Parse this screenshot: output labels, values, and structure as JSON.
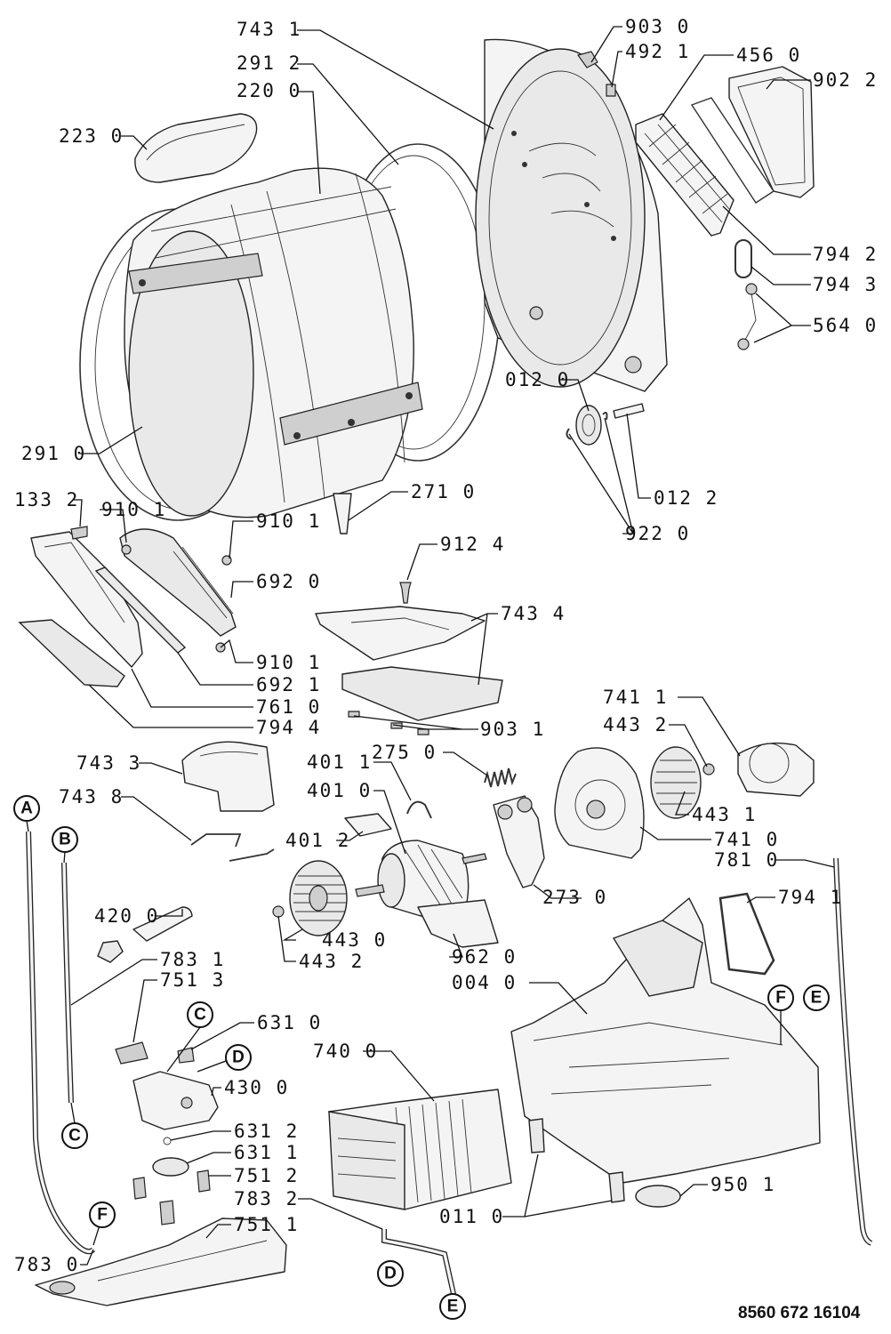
{
  "part_labels": [
    "743 1",
    "291 2",
    "220 0",
    "223 0",
    "903 0",
    "492 1",
    "456 0",
    "902 2",
    "794 2",
    "794 3",
    "564 0",
    "012 0",
    "012 2",
    "922 0",
    "291 0",
    "271 0",
    "133 2",
    "910 1",
    "692 0",
    "692 1",
    "761 0",
    "794 4",
    "912 4",
    "743 4",
    "903 1",
    "743 3",
    "743 8",
    "275 0",
    "401 1",
    "401 0",
    "401 2",
    "443 2",
    "741 1",
    "443 1",
    "741 0",
    "781 0",
    "794 1",
    "273 0",
    "420 0",
    "443 0",
    "962 0",
    "004 0",
    "783 1",
    "751 3",
    "631 0",
    "430 0",
    "740 0",
    "631 2",
    "631 1",
    "751 2",
    "783 2",
    "751 1",
    "783 0",
    "011 0",
    "950 1"
  ],
  "connector_markers": [
    "A",
    "B",
    "C",
    "D",
    "F",
    "E"
  ],
  "document_number": "8560 672 16104"
}
